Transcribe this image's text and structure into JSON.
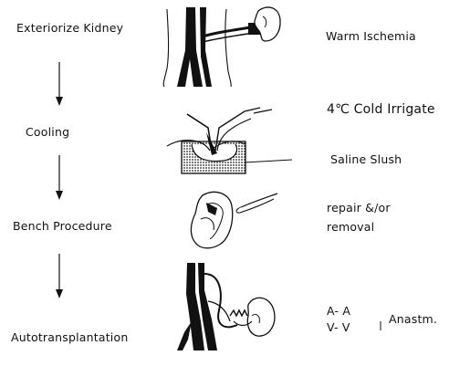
{
  "steps": [
    {
      "label": "Exteriorize Kidney"
    },
    {
      "label": "Cooling"
    },
    {
      "label": "Bench Procedure"
    },
    {
      "label": "Autotransplantation"
    }
  ],
  "notes": {
    "warm": "Warm Ischemia",
    "cold": "4℃ Cold Irrigate",
    "slush": "Saline Slush",
    "repair_1": "repair &/or",
    "repair_2": "removal",
    "aa": "A- A",
    "vv": "V- V",
    "anast": "Anastm."
  },
  "icons": [
    "kidney-exteriorize-icon",
    "kidney-cooling-icon",
    "kidney-bench-icon",
    "kidney-transplant-icon"
  ]
}
